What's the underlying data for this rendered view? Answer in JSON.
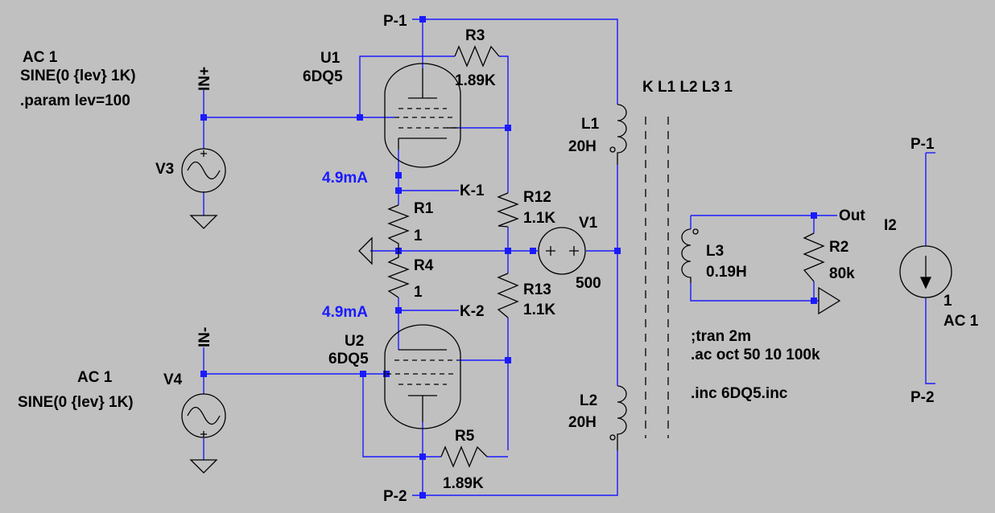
{
  "colors": {
    "background": "#c0c0c0",
    "wire": "#1a1aff",
    "component": "#000000",
    "annotation": "#1a1aff"
  },
  "texts": {
    "v3_ac": "AC 1",
    "v3_sine": "SINE(0 {lev} 1K)",
    "param": ".param lev=100",
    "in_plus": "IN+",
    "in_minus": "IN-",
    "v3": "V3",
    "v4": "V4",
    "v4_ac": "AC 1",
    "v4_sine": "SINE(0 {lev} 1K)",
    "p1_top": "P-1",
    "p2_bottom": "P-2",
    "u1": "U1",
    "u1_model": "6DQ5",
    "u2": "U2",
    "u2_model": "6DQ5",
    "r3": "R3",
    "r3_val": "1.89K",
    "r5": "R5",
    "r5_val": "1.89K",
    "cur_top": "4.9mA",
    "cur_bot": "4.9mA",
    "k1": "K-1",
    "k2": "K-2",
    "r1": "R1",
    "r1_val": "1",
    "r4": "R4",
    "r4_val": "1",
    "r12": "R12",
    "r12_val": "1.1K",
    "r13": "R13",
    "r13_val": "1.1K",
    "v1": "V1",
    "v1_val": "500",
    "coupling": "K L1 L2 L3 1",
    "l1": "L1",
    "l1_val": "20H",
    "l2": "L2",
    "l2_val": "20H",
    "l3": "L3",
    "l3_val": "0.19H",
    "out": "Out",
    "r2": "R2",
    "r2_val": "80k",
    "i2": "I2",
    "i2_val1": "1",
    "i2_val2": "AC 1",
    "p1_right": "P-1",
    "p2_right": "P-2",
    "tran": ";tran 2m",
    "ac": ".ac oct 50 10 100k",
    "inc": ".inc 6DQ5.inc"
  }
}
